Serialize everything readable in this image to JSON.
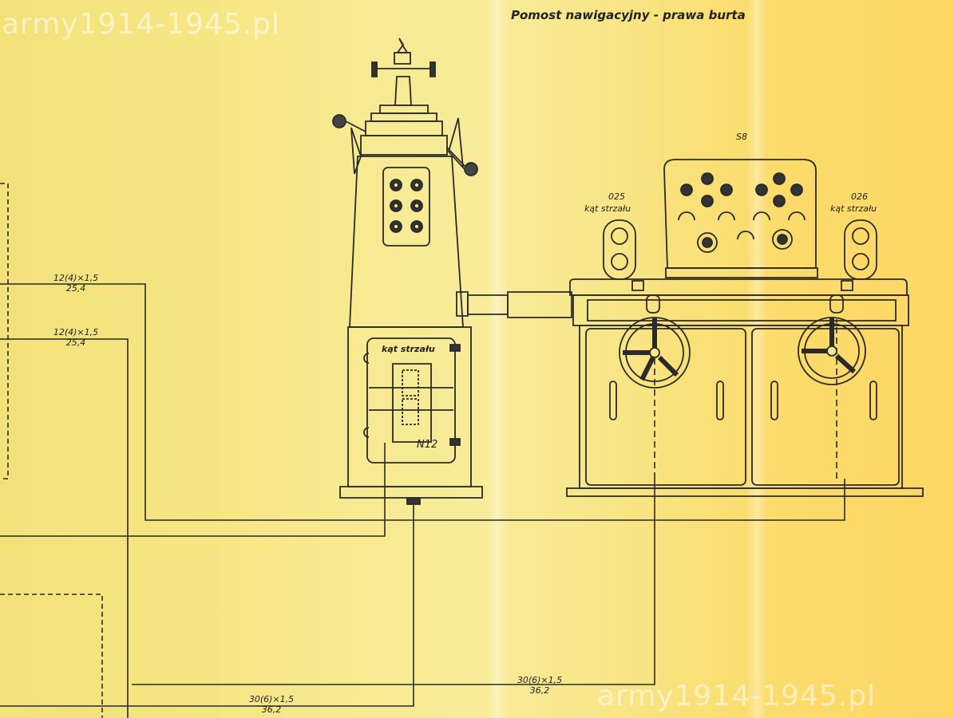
{
  "watermark": "army1914-1945.pl",
  "title": "Pomost nawigacyjny - prawa burta",
  "labels": {
    "s8": "S8",
    "o25_code": "025",
    "o25_name": "kąt strzału",
    "o26_code": "026",
    "o26_name": "kąt strzału",
    "n12_header": "kąt strzału",
    "n12_code": "N12"
  },
  "cables": [
    {
      "spec": "12(4)×1,5",
      "dia": "25,4"
    },
    {
      "spec": "12(4)×1,5",
      "dia": "25,4"
    },
    {
      "spec": "30(6)×1,5",
      "dia": "36,2"
    },
    {
      "spec": "30(6)×1,5",
      "dia": "36,2"
    }
  ]
}
